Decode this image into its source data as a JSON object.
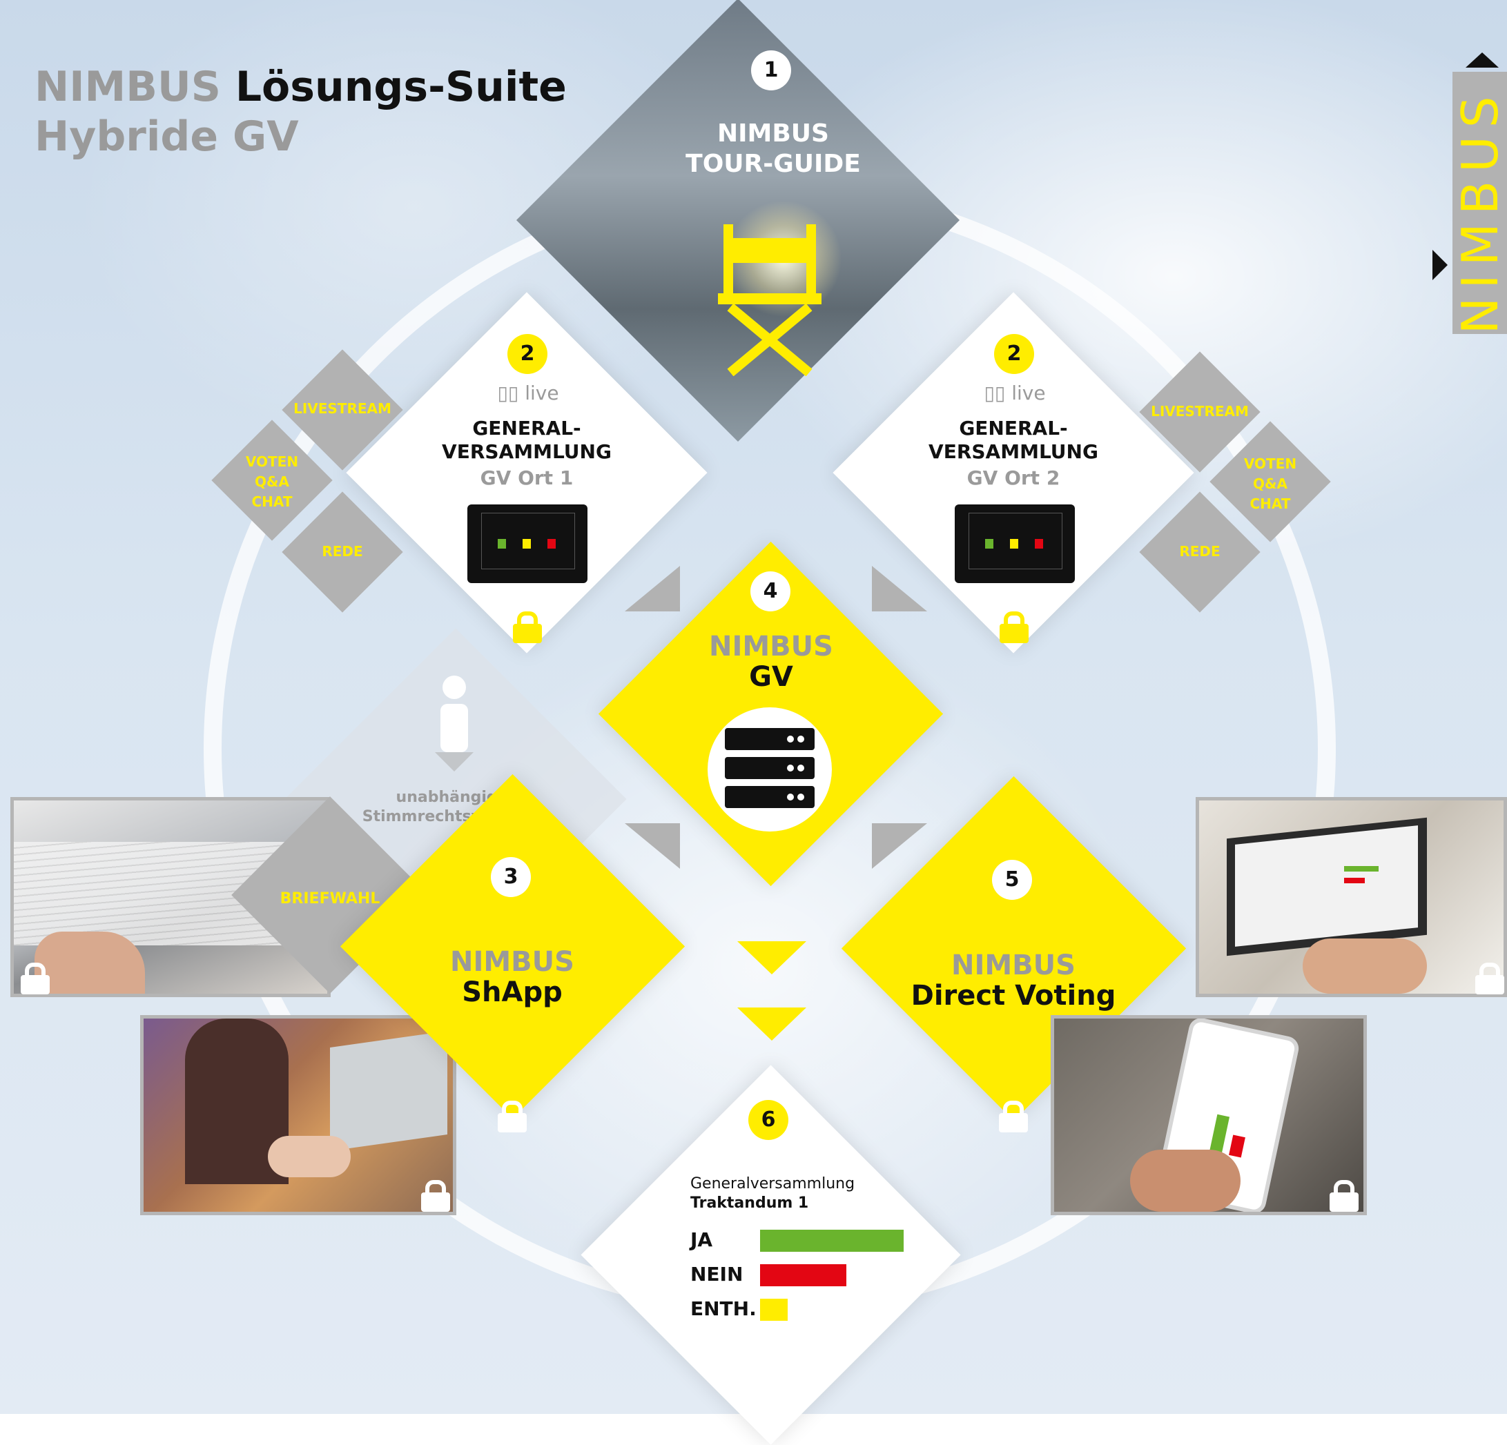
{
  "title": {
    "line1_gray": "NIMBUS",
    "line1_black": "Lösungs-Suite",
    "line2": "Hybride GV"
  },
  "side_logo": "NIMBUS",
  "tour_guide": {
    "number": "1",
    "line1": "NIMBUS",
    "line2": "TOUR-GUIDE",
    "icon": "directors-chair-icon"
  },
  "gv_left": {
    "number": "2",
    "live": "live",
    "line1": "GENERAL-",
    "line2": "VERSAMMLUNG",
    "place": "GV Ort 1"
  },
  "gv_right": {
    "number": "2",
    "live": "live",
    "line1": "GENERAL-",
    "line2": "VERSAMMLUNG",
    "place": "GV Ort 2"
  },
  "side_tiles_left": {
    "livestream": "LIVESTREAM",
    "voten": "VOTEN",
    "qa": "Q&A",
    "chat": "CHAT",
    "rede": "REDE"
  },
  "side_tiles_right": {
    "livestream": "LIVESTREAM",
    "voten": "VOTEN",
    "qa": "Q&A",
    "chat": "CHAT",
    "rede": "REDE"
  },
  "nimbus_gv": {
    "number": "4",
    "line1": "NIMBUS",
    "line2": "GV",
    "icon": "server-icon"
  },
  "proxy": {
    "line1": "unabhängiger",
    "line2": "Stimmrechtsvertreter",
    "icon": "person-icon"
  },
  "briefwahl": "BRIEFWAHL",
  "shapp": {
    "number": "3",
    "line1": "NIMBUS",
    "line2": "ShApp"
  },
  "direct_voting": {
    "number": "5",
    "line1": "NIMBUS",
    "line2": "Direct Voting"
  },
  "result": {
    "number": "6",
    "title": "Generalversammlung",
    "subtitle": "Traktandum 1",
    "rows": [
      {
        "label": "JA",
        "share": 1.0,
        "color": "#6ab42d"
      },
      {
        "label": "NEIN",
        "share": 0.6,
        "color": "#e30613"
      },
      {
        "label": "ENTH.",
        "share": 0.19,
        "color": "#ffed00"
      }
    ]
  },
  "colors": {
    "yellow": "#ffed00",
    "gray": "#b2b2b2",
    "white": "#ffffff"
  }
}
